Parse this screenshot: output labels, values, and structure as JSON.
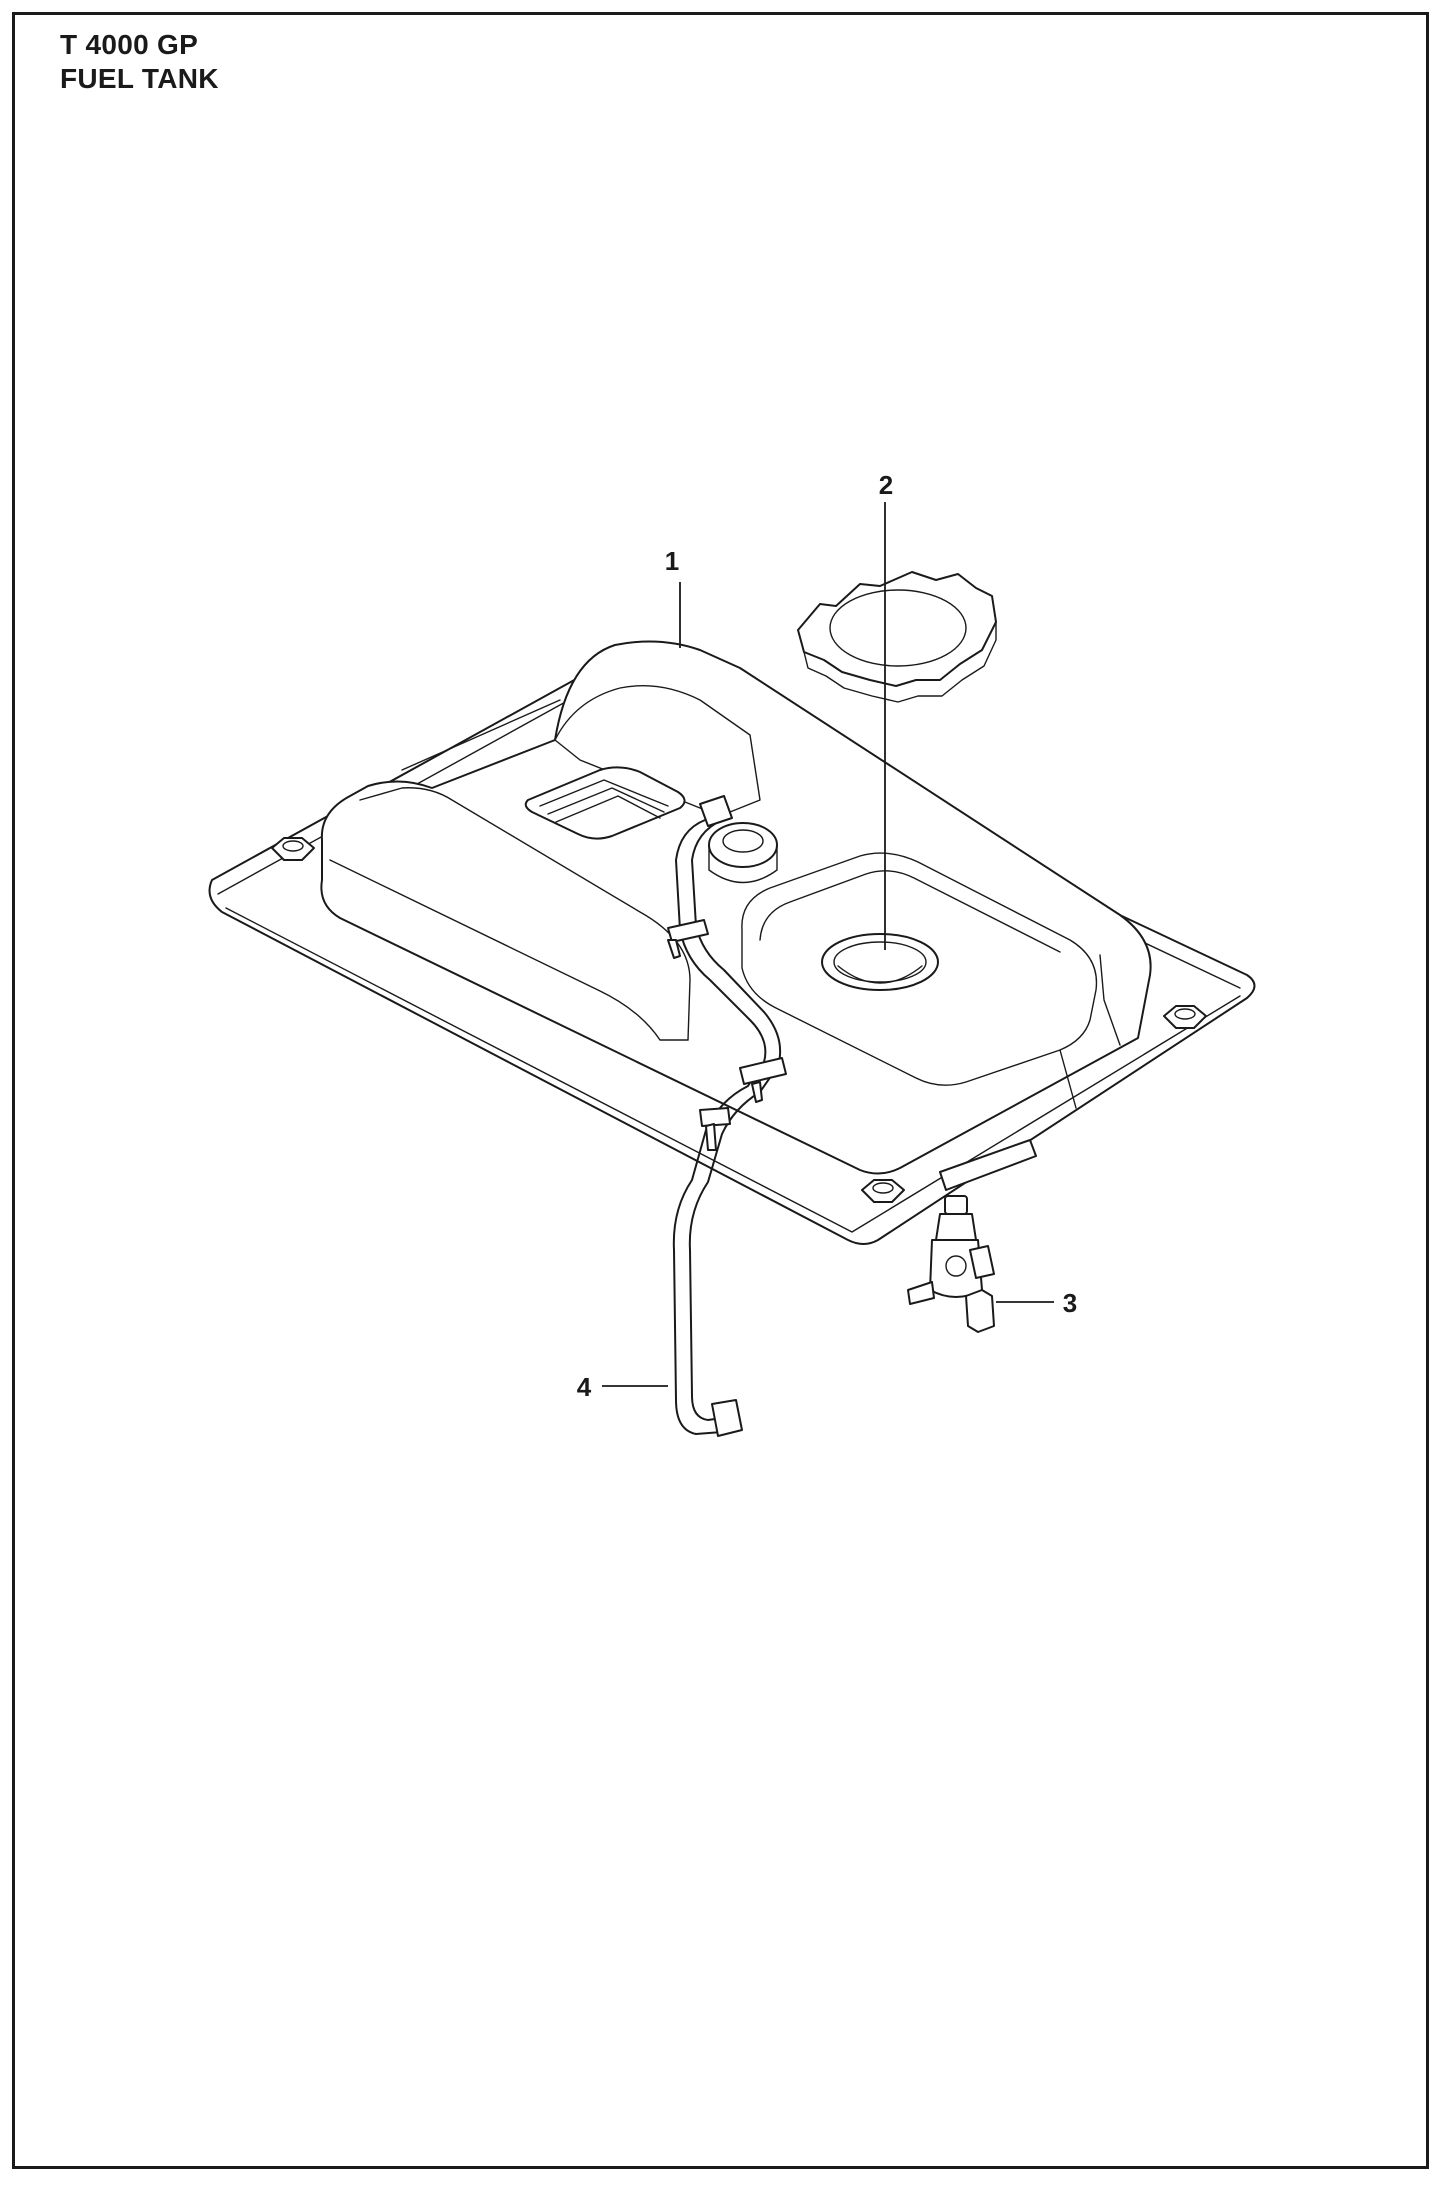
{
  "header": {
    "model": "T 4000 GP",
    "section": "FUEL TANK"
  },
  "parts": [
    {
      "number": "1",
      "icon": "fuel-tank-icon"
    },
    {
      "number": "2",
      "icon": "fuel-cap-icon"
    },
    {
      "number": "3",
      "icon": "fuel-valve-icon"
    },
    {
      "number": "4",
      "icon": "fuel-hose-icon"
    }
  ],
  "colors": {
    "line": "#1a1a1a",
    "background": "#ffffff"
  }
}
